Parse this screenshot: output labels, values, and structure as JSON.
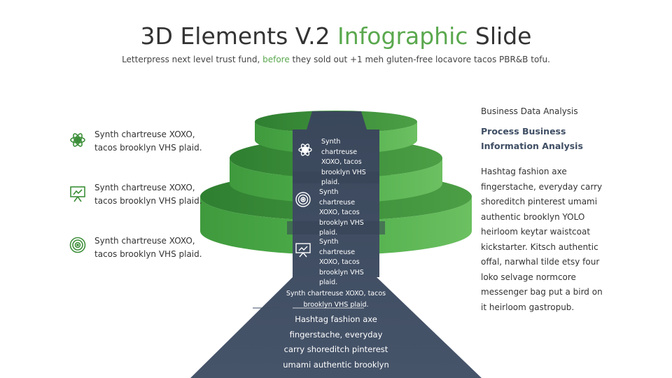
{
  "title": {
    "part1": "3D Elements V.2 ",
    "part2": "Infographic",
    "part3": " Slide"
  },
  "subtitle": {
    "part1": "Letterpress next level trust fund, ",
    "part2": "before",
    "part3": " they sold out +1 meh gluten-free locavore tacos PBR&B tofu."
  },
  "left_items": [
    {
      "icon": "atom-icon",
      "text": "Synth chartreuse XOXO, tacos brooklyn VHS plaid."
    },
    {
      "icon": "presentation-chart-icon",
      "text": "Synth chartreuse XOXO, tacos brooklyn VHS plaid."
    },
    {
      "icon": "target-icon",
      "text": "Synth chartreuse XOXO, tacos brooklyn VHS plaid."
    }
  ],
  "tiers": [
    {
      "icon": "atom-icon",
      "text": "Synth chartreuse XOXO, tacos brooklyn VHS plaid."
    },
    {
      "icon": "target-icon",
      "text": "Synth chartreuse XOXO, tacos brooklyn VHS plaid."
    },
    {
      "icon": "presentation-chart-icon",
      "text": "Synth chartreuse XOXO, tacos brooklyn VHS plaid."
    }
  ],
  "bottom": {
    "small_line1": "Synth chartreuse XOXO, tacos",
    "small_line2": "brooklyn VHS plaid.",
    "body": [
      "Hashtag fashion axe",
      "fingerstache, everyday",
      "carry shoreditch pinterest",
      "umami authentic brooklyn"
    ]
  },
  "right": {
    "heading": "Business Data Analysis",
    "subheading": "Process Business Information Analysis",
    "body": "Hashtag fashion axe fingerstache, everyday carry shoreditch pinterest umami authentic brooklyn YOLO heirloom keytar waistcoat kickstarter. Kitsch authentic offal, narwhal tilde etsy four loko selvage normcore messenger bag put a bird on it heirloom gastropub."
  },
  "colors": {
    "green": "#5aa84e",
    "green_dark": "#3d8f3a",
    "slate": "#3f4e64",
    "slate_dark": "#323f52"
  }
}
